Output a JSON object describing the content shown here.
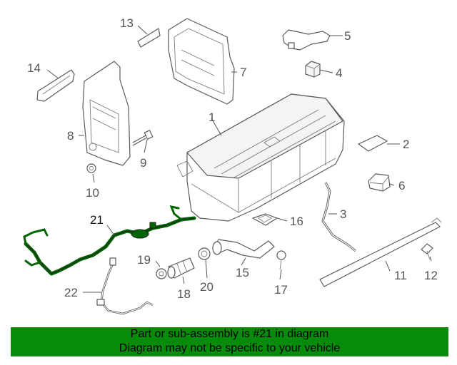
{
  "colors": {
    "highlight": "#006400",
    "banner_bg": "#078b0a",
    "line": "#5a5a5a"
  },
  "callouts": {
    "c1": "1",
    "c2": "2",
    "c3": "3",
    "c4": "4",
    "c5": "5",
    "c6": "6",
    "c7": "7",
    "c8": "8",
    "c9": "9",
    "c10": "10",
    "c11": "11",
    "c12": "12",
    "c13": "13",
    "c14": "14",
    "c15": "15",
    "c16": "16",
    "c17": "17",
    "c18": "18",
    "c19": "19",
    "c20": "20",
    "c21": "21",
    "c22": "22"
  },
  "banner": {
    "line1": "Part or sub-assembly is #21 in diagram",
    "line2": "Diagram may not be specific to your vehicle"
  }
}
